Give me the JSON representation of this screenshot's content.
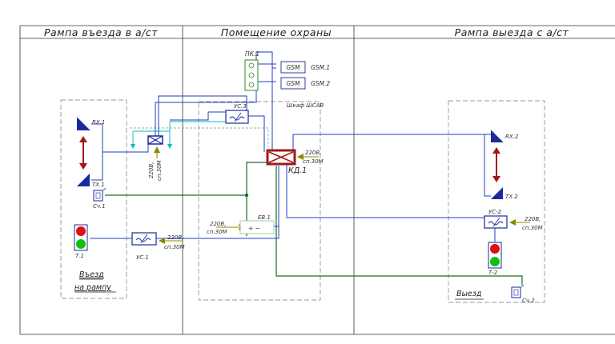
{
  "zones": {
    "entry": "Рампа въезда в а/ст",
    "security": "Помещение охраны",
    "exit": "Рампа выезда с а/ст"
  },
  "devices": {
    "pk1": "ПК.1",
    "gsm_box1": "GSM",
    "gsm_box2": "GSM",
    "gsm1": "GSM.1",
    "gsm2": "GSM.2",
    "us3": "УС.3",
    "cabinet": "Шкаф ШСАВ",
    "kd1": "КД.1",
    "kd1_power_v": "220В,",
    "kd1_power_m": "сп.30М",
    "left_power_v": "220В,",
    "left_power_m": "сп.30М",
    "rx1": "RX.1",
    "tx1": "TX.1",
    "sch1": "Сч.1",
    "t1": "Т.1",
    "us1": "УС.1",
    "us1_power_v": "220В,",
    "us1_power_m": "сп.30М",
    "eb1": "ЕВ.1",
    "eb1_power_v": "220В,",
    "eb1_power_m": "сп.30М",
    "rx2": "RX.2",
    "tx2": "TX.2",
    "us2": "УС-2",
    "us2_power_v": "220В,",
    "us2_power_m": "сп.30М",
    "t2": "Т-2",
    "sch2": "Сч.2"
  },
  "labels": {
    "entry_line1": "Въезд",
    "entry_line2": "на рампу",
    "exit": "Выезд"
  },
  "colors": {
    "wire_blue": "#1f3fbf",
    "wire_green": "#1e6b2a",
    "wire_cyan": "#00b8c8",
    "device_navy": "#1a2a9a",
    "kd_red": "#a01818",
    "arrow_red": "#a01818",
    "power_olive": "#8a8a00",
    "pk_green": "#2a8a2a",
    "light_red": "#e01010",
    "light_green": "#10c010"
  }
}
